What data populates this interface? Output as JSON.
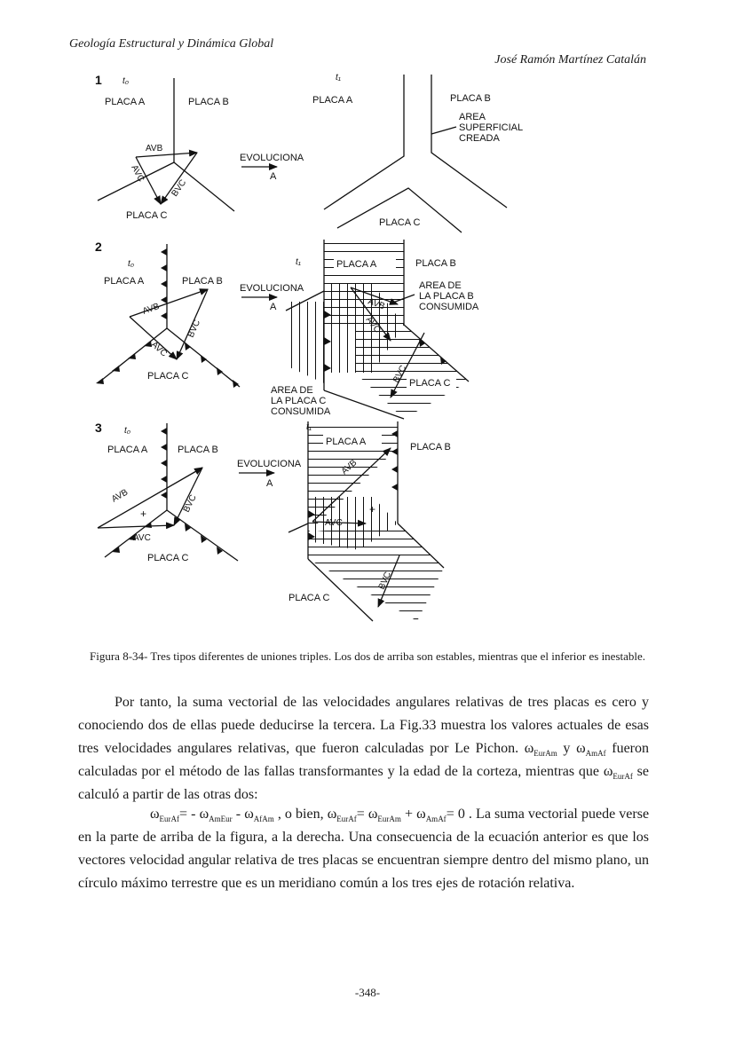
{
  "header": {
    "book_title": "Geología Estructural y Dinámica Global",
    "author": "José Ramón Martínez Catalán"
  },
  "figure": {
    "panel1": {
      "number": "1",
      "t0": "t₀",
      "t1": "t₁",
      "placa_a": "PLACA A",
      "placa_b": "PLACA B",
      "placa_c": "PLACA C",
      "avb": "AVB",
      "avc": "AVC",
      "bvc": "BVC",
      "evoluciona": "EVOLUCIONA",
      "a": "A",
      "area_lines": [
        "AREA",
        "SUPERFICIAL",
        "CREADA"
      ]
    },
    "panel2": {
      "number": "2",
      "t0": "t₀",
      "t1": "t₁",
      "placa_a": "PLACA A",
      "placa_b": "PLACA B",
      "placa_c": "PLACA C",
      "avb": "AVB",
      "avc": "AVC",
      "bvc": "BVC",
      "evoluciona": "EVOLUCIONA",
      "a": "A",
      "area_b_lines": [
        "AREA DE",
        "LA PLACA B",
        "CONSUMIDA"
      ],
      "area_c_lines": [
        "AREA DE",
        "LA PLACA C",
        "CONSUMIDA"
      ]
    },
    "panel3": {
      "number": "3",
      "t0": "t₀",
      "t1": "t₁",
      "placa_a": "PLACA A",
      "placa_b": "PLACA B",
      "placa_c": "PLACA C",
      "avb": "AVB",
      "avc": "AVC",
      "bvc": "BVC",
      "evoluciona": "EVOLUCIONA",
      "a": "A",
      "plus": "+"
    }
  },
  "caption": "Figura 8-34- Tres tipos diferentes de uniones triples. Los dos de arriba son estables, mientras que el inferior es inestable.",
  "para1": {
    "s1": "Por tanto, la suma vectorial de las velocidades angulares relativas de tres placas es cero y conociendo dos de ellas puede deducirse la tercera. La Fig.33 muestra los valores actuales de esas tres velocidades angulares relativas, que fueron calculadas por Le Pichon. ",
    "w": "ω",
    "sub_euram": "EurAm",
    "y": " y ",
    "sub_amaf": "AmAf",
    "s2": " fueron calculadas por el método de las fallas transformantes y la edad de la corteza, mientras que ",
    "sub_euraf": "EurAf",
    "s3": " se calculó a partir de las otras dos:"
  },
  "para2": {
    "w": "ω",
    "sub_euraf": "EurAf",
    "eq_minus": "= - ",
    "sub_ameur": "AmEur",
    "minus": " - ",
    "sub_afam": "AfAm",
    "obien": " , o bien, ",
    "eq": "= ",
    "sub_euram": "EurAm",
    "plus": " + ",
    "sub_amaf": "AmAf",
    "zero": "= 0",
    "rest": " . La suma vectorial puede verse en la parte de arriba de la figura, a la derecha. Una consecuencia de la ecuación anterior es que los vectores velocidad angular relativa de tres placas se encuentran siempre dentro del mismo plano, un círculo máximo terrestre que es un meridiano común a los tres ejes de rotación relativa."
  },
  "page_number": "-348-"
}
